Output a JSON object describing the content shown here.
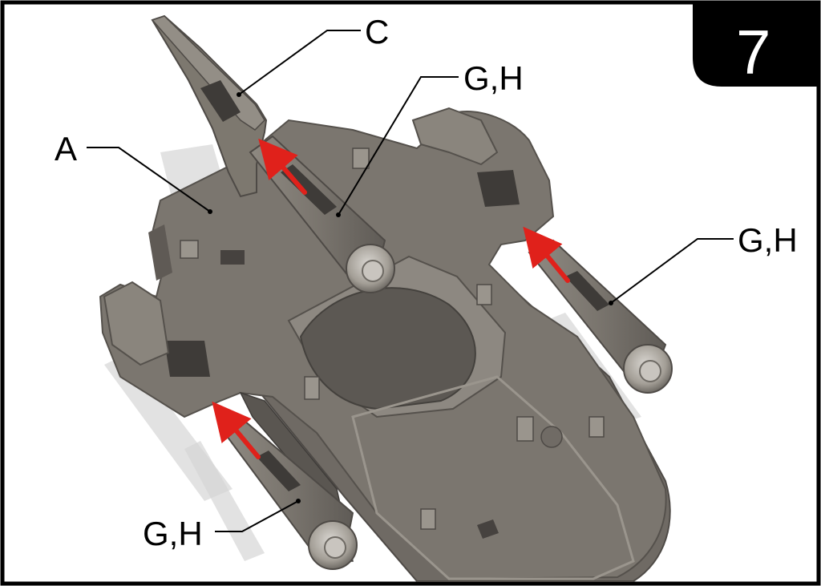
{
  "step": {
    "number": "7"
  },
  "callouts": {
    "a": "A",
    "c": "C",
    "gh_top": "G,H",
    "gh_right": "G,H",
    "gh_bottom": "G,H"
  },
  "colors": {
    "part": "#7b766f",
    "part_dark": "#5d5954",
    "part_light": "#9a958d",
    "shadow": "#d4d4d4",
    "arrow": "#e0211b",
    "frame": "#000000",
    "badge": "#000000"
  }
}
